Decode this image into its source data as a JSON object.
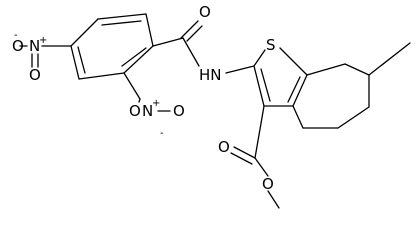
{
  "molecule": {
    "atoms": {
      "nitro_left_n": "N",
      "nitro_left_o_top": "O",
      "nitro_left_o_bottom": "O",
      "nitro_left_plus": "+",
      "nitro_left_minus": "-",
      "nitro_right_n": "N",
      "nitro_right_o_top": "O",
      "nitro_right_o_bottom": "O",
      "nitro_right_plus": "+",
      "nitro_right_minus": "-",
      "amide_o": "O",
      "amide_nh": "HN",
      "sulfur": "S",
      "ester_o_carbonyl": "O",
      "ester_o_methoxy": "O"
    }
  }
}
